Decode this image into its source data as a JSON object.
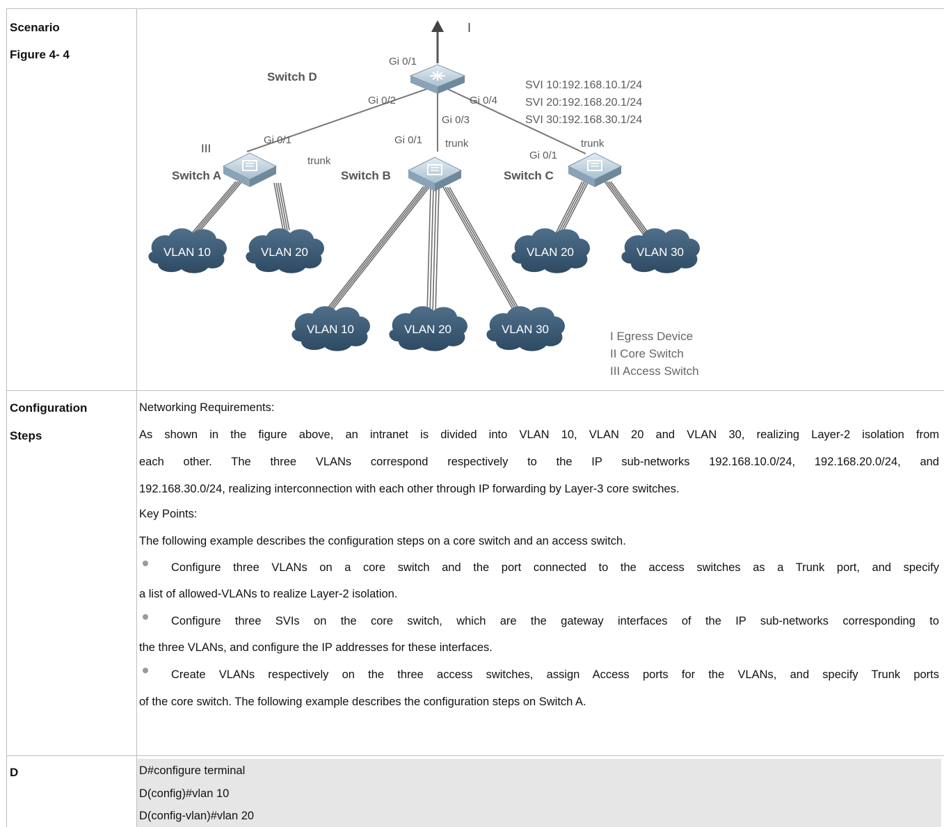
{
  "rows": {
    "scenario": {
      "label_line1": "Scenario",
      "label_line2": "Figure 4- 4"
    },
    "config": {
      "label_line1": "Configuration",
      "label_line2": "Steps"
    },
    "d": {
      "label": "D"
    }
  },
  "figure": {
    "egress_marker": "I",
    "core_switch": "Switch D",
    "core_ports": {
      "up": "Gi 0/1",
      "left": "Gi 0/2",
      "down": "Gi 0/3",
      "right": "Gi 0/4"
    },
    "svi": [
      "SVI 10:192.168.10.1/24",
      "SVI 20:192.168.20.1/24",
      "SVI 30:192.168.30.1/24"
    ],
    "access_marker": "III",
    "switch_a": {
      "name": "Switch A",
      "port": "Gi 0/1",
      "trunk": "trunk"
    },
    "switch_b": {
      "name": "Switch B",
      "port": "Gi 0/1",
      "trunk": "trunk"
    },
    "switch_c": {
      "name": "Switch C",
      "port": "Gi 0/1",
      "trunk": "trunk"
    },
    "clouds": {
      "a1": "VLAN 10",
      "a2": "VLAN 20",
      "b1": "VLAN 10",
      "b2": "VLAN 20",
      "b3": "VLAN 30",
      "c1": "VLAN 20",
      "c2": "VLAN 30"
    },
    "legend": [
      "I  Egress Device",
      "II  Core Switch",
      "III  Access Switch"
    ]
  },
  "config_text": {
    "heading": "Networking Requirements:",
    "p1_l1": "As shown in the figure above, an intranet is divided into VLAN 10, VLAN 20 and VLAN 30, realizing Layer-2 isolation from",
    "p1_l2": "each other. The three VLANs correspond respectively to the IP sub-networks 192.168.10.0/24, 192.168.20.0/24, and",
    "p1_l3": "192.168.30.0/24, realizing interconnection with each other through IP forwarding by Layer-3 core switches.",
    "key_points": "Key Points:",
    "intro": "The following example describes the configuration steps on a core switch and an access switch.",
    "b1_l1": "Configure three VLANs on a core switch and the port connected to the access switches as a Trunk port, and specify",
    "b1_l2": "a list of allowed-VLANs to realize Layer-2 isolation.",
    "b2_l1": "Configure three SVIs on the core switch, which are the gateway interfaces of the IP sub-networks corresponding to",
    "b2_l2": "the three VLANs, and configure the IP addresses for these interfaces.",
    "b3_l1": "Create VLANs respectively on the three access switches, assign Access ports for the VLANs, and specify Trunk ports",
    "b3_l2": "of the core switch. The following example describes the configuration steps on Switch A."
  },
  "code": [
    "D#configure terminal",
    "D(config)#vlan 10",
    "D(config-vlan)#vlan 20"
  ]
}
